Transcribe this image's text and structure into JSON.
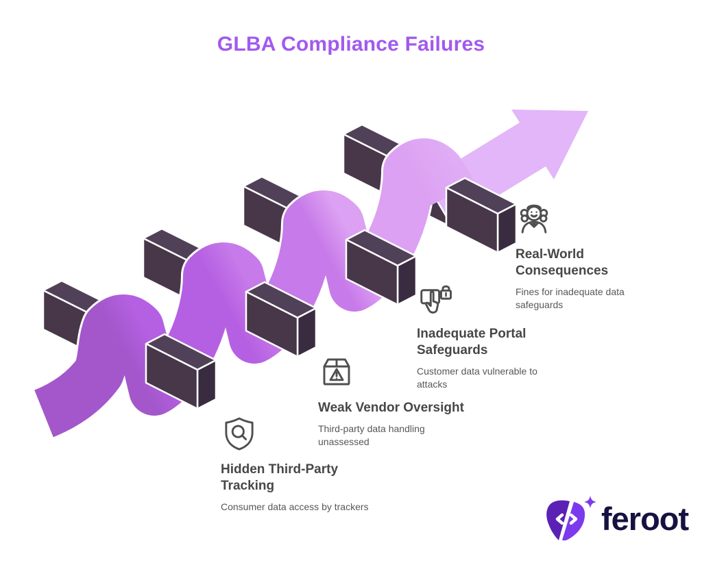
{
  "title": {
    "text": "GLBA Compliance Failures",
    "color": "#a259ef"
  },
  "stages": [
    {
      "icon": "shield-search-icon",
      "heading": "Hidden Third-Party Tracking",
      "description": "Consumer data access by trackers"
    },
    {
      "icon": "package-warning-icon",
      "heading": "Weak Vendor Oversight",
      "description": "Third-party data handling unassessed"
    },
    {
      "icon": "tap-lock-icon",
      "heading": "Inadequate Portal Safeguards",
      "description": "Customer data vulnerable to attacks"
    },
    {
      "icon": "judge-icon",
      "heading": "Real-World Consequences",
      "description": "Fines for inadequate data safeguards"
    }
  ],
  "illustration": {
    "hurdle_color": "#473749",
    "hurdle_top_color": "#514158",
    "hurdle_end_color": "#3a2c40",
    "ribbon_segment_colors": [
      "#a357cb",
      "#b560e2",
      "#c77ae9",
      "#dca1f2"
    ],
    "arrow_color": "#e2b6f8",
    "outline_color": "#ffffff"
  },
  "logo": {
    "text": "feroot",
    "mark_color_left": "#5b21b6",
    "mark_color_right": "#7c3aed",
    "text_color": "#161240"
  }
}
